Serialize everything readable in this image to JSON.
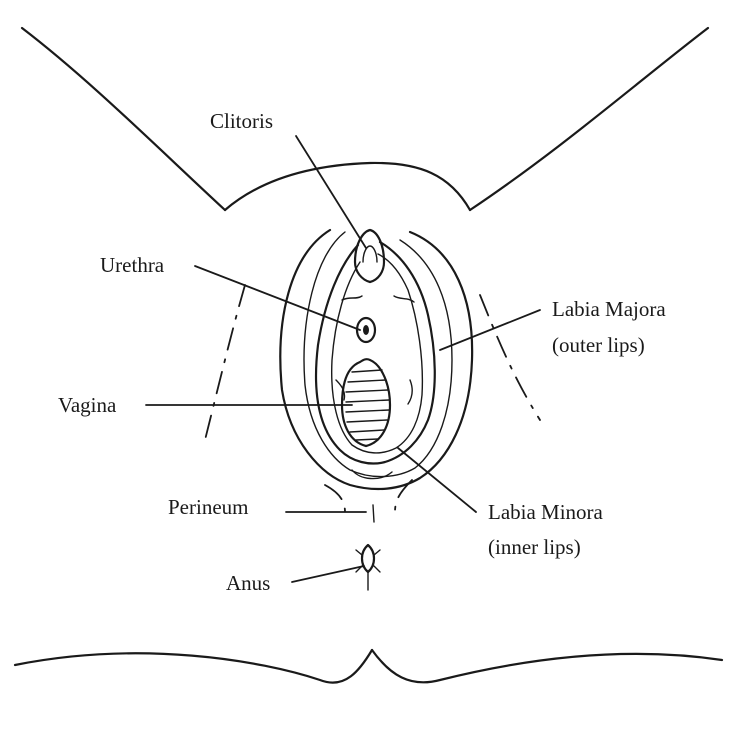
{
  "labels": {
    "clitoris": "Clitoris",
    "urethra": "Urethra",
    "vagina": "Vagina",
    "perineum": "Perineum",
    "anus": "Anus",
    "labia_majora_line1": "Labia Majora",
    "labia_majora_line2": "(outer lips)",
    "labia_minora_line1": "Labia Minora",
    "labia_minora_line2": "(inner lips)"
  },
  "colors": {
    "ink": "#1a1a1a",
    "background": "#ffffff"
  }
}
